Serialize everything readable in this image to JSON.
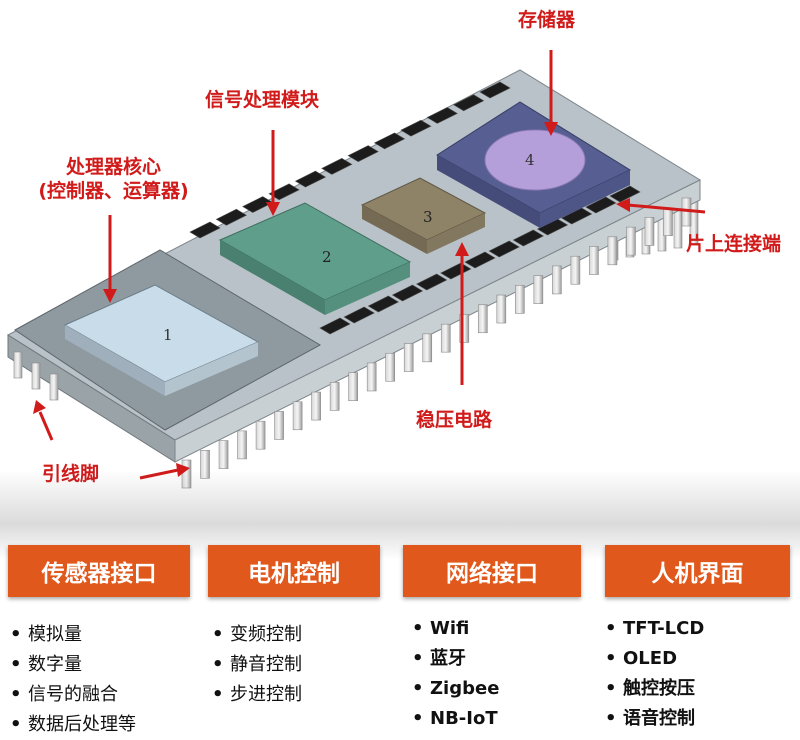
{
  "labels": {
    "storage": "存储器",
    "signal_module": "信号处理模块",
    "processor_core_line1": "处理器核心",
    "processor_core_line2": "(控制器、运算器)",
    "onchip_connector": "片上连接端",
    "voltage_circuit": "稳压电路",
    "lead_pins": "引线脚"
  },
  "blocks": [
    "1",
    "2",
    "3",
    "4"
  ],
  "categories": [
    {
      "title": "传感器接口",
      "items": [
        "模拟量",
        "数字量",
        "信号的融合",
        "数据后处理等"
      ]
    },
    {
      "title": "电机控制",
      "items": [
        "变频控制",
        "静音控制",
        "步进控制"
      ]
    },
    {
      "title": "网络接口",
      "items": [
        "Wifi",
        "蓝牙",
        "Zigbee",
        "NB-IoT"
      ]
    },
    {
      "title": "人机界面",
      "items": [
        "TFT-LCD",
        "OLED",
        "触控按压",
        "语音控制"
      ]
    }
  ],
  "bullet": "•",
  "colors": {
    "accent_red": "#d11a1a",
    "banner_orange": "#e0581b",
    "block1": "#c9dcea",
    "block2": "#5f9e8a",
    "block3": "#8e8267",
    "block4": "#565e92",
    "block4_disc": "#b59fdb"
  }
}
